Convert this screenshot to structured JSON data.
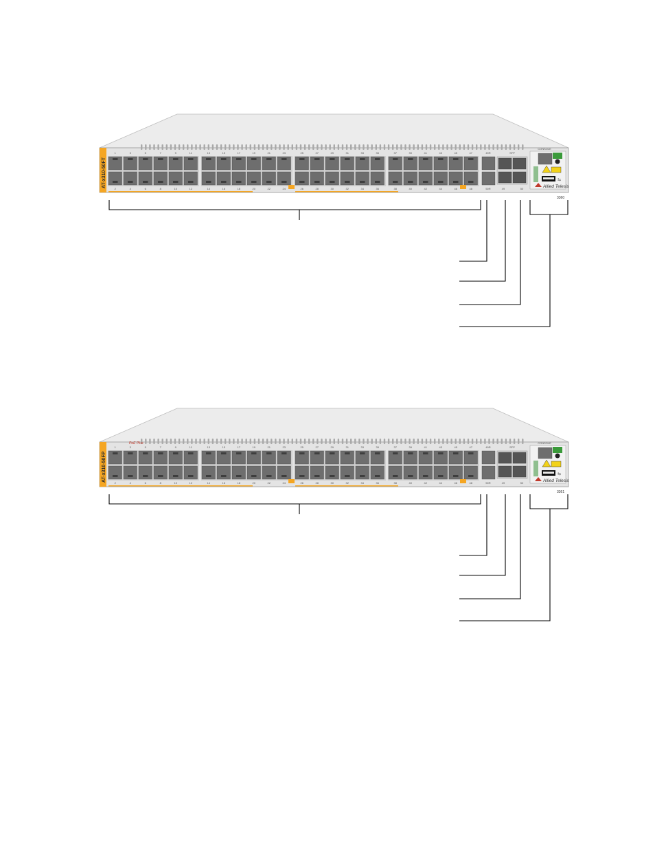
{
  "figures": [
    {
      "model": "AT-x310-50FT",
      "figure_id": "3360",
      "poe_badge": null,
      "brand": "Allied Telesis",
      "console_label": "CONSOLE",
      "port_numbers_top": [
        "1",
        "3",
        "5",
        "7",
        "9",
        "11",
        "13",
        "15",
        "17",
        "19",
        "21",
        "23",
        "25",
        "27",
        "29",
        "31",
        "33",
        "35",
        "37",
        "39",
        "41",
        "43",
        "45",
        "47"
      ],
      "port_numbers_bottom": [
        "2",
        "4",
        "6",
        "8",
        "10",
        "12",
        "14",
        "16",
        "18",
        "20",
        "22",
        "24",
        "26",
        "28",
        "30",
        "32",
        "34",
        "36",
        "38",
        "40",
        "42",
        "44",
        "46",
        "48"
      ],
      "combo_labels": [
        "49R",
        "50R"
      ],
      "sfp_label": "SFP",
      "sfp_numbers": [
        "49",
        "50"
      ],
      "colors": {
        "accent": "#f5a623",
        "body": "#e4e4e4",
        "port": "#6e6e6e",
        "line": "#000000"
      }
    },
    {
      "model": "AT-x310-50FP",
      "figure_id": "3361",
      "poe_badge": "PoE Plus",
      "brand": "Allied Telesis",
      "console_label": "CONSOLE",
      "port_numbers_top": [
        "1",
        "3",
        "5",
        "7",
        "9",
        "11",
        "13",
        "15",
        "17",
        "19",
        "21",
        "23",
        "25",
        "27",
        "29",
        "31",
        "33",
        "35",
        "37",
        "39",
        "41",
        "43",
        "45",
        "47"
      ],
      "port_numbers_bottom": [
        "2",
        "4",
        "6",
        "8",
        "10",
        "12",
        "14",
        "16",
        "18",
        "20",
        "22",
        "24",
        "26",
        "28",
        "30",
        "32",
        "34",
        "36",
        "38",
        "40",
        "42",
        "44",
        "46",
        "48"
      ],
      "combo_labels": [
        "49R",
        "50R"
      ],
      "sfp_label": "SFP",
      "sfp_numbers": [
        "49",
        "50"
      ],
      "colors": {
        "accent": "#f5a623",
        "body": "#e4e4e4",
        "port": "#6e6e6e",
        "line": "#000000"
      }
    }
  ]
}
